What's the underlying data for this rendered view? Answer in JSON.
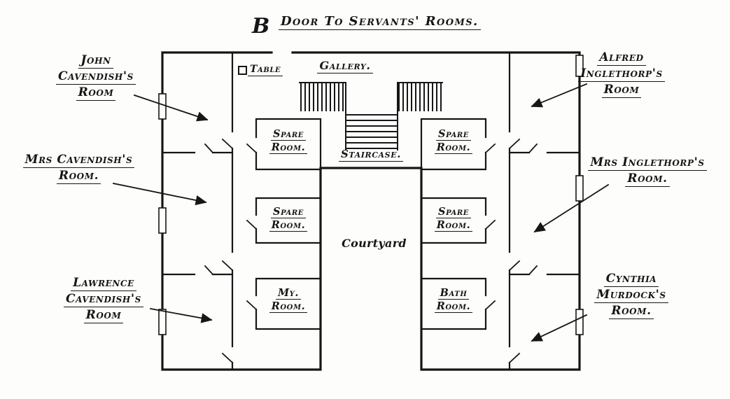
{
  "plan": {
    "paper_color": "#fdfdfb",
    "ink_color": "#161616",
    "marker_b": "B",
    "servants_door_label": "Door To Servants' Rooms.",
    "interior": {
      "table": "Table",
      "gallery": "Gallery.",
      "staircase": "Staircase.",
      "courtyard": "Courtyard"
    },
    "rooms": {
      "spare_left_1": {
        "line1": "Spare",
        "line2": "Room."
      },
      "spare_left_2": {
        "line1": "Spare",
        "line2": "Room."
      },
      "my_room": {
        "line1": "My.",
        "line2": "Room."
      },
      "spare_right_1": {
        "line1": "Spare",
        "line2": "Room."
      },
      "spare_right_2": {
        "line1": "Spare",
        "line2": "Room."
      },
      "bath_room": {
        "line1": "Bath",
        "line2": "Room."
      }
    },
    "exterior_labels": {
      "john": {
        "line1": "John",
        "line2": "Cavendish's",
        "line3": "Room"
      },
      "mrs_cavendish": {
        "line1": "Mrs Cavendish's",
        "line2": "Room."
      },
      "lawrence": {
        "line1": "Lawrence",
        "line2": "Cavendish's",
        "line3": "Room"
      },
      "alfred": {
        "line1": "Alfred",
        "line2": "Inglethorp's",
        "line3": "Room"
      },
      "mrs_inglethorp": {
        "line1": "Mrs Inglethorp's",
        "line2": "Room."
      },
      "cynthia": {
        "line1": "Cynthia",
        "line2": "Murdock's",
        "line3": "Room."
      }
    }
  }
}
